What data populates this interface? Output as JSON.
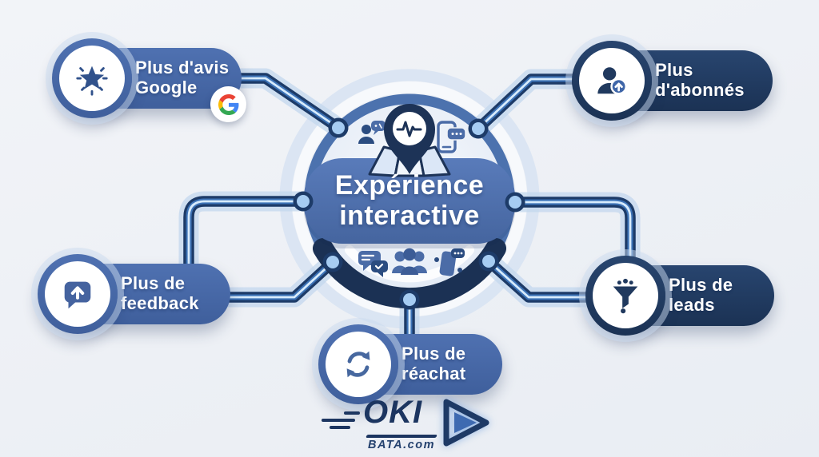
{
  "center": {
    "title_line1": "Expérience",
    "title_line2": "interactive",
    "icon": "location-pulse-icon"
  },
  "pills": [
    {
      "id": "avis-google",
      "line1": "Plus d'avis",
      "line2": "Google",
      "icon": "star-sparkle-icon",
      "badge": "google-g-icon",
      "tone": "mid"
    },
    {
      "id": "abonnes",
      "line1": "Plus",
      "line2": "d'abonnés",
      "icon": "follower-up-icon",
      "tone": "dark"
    },
    {
      "id": "feedback",
      "line1": "Plus de",
      "line2": "feedback",
      "icon": "feedback-bubble-icon",
      "tone": "mid"
    },
    {
      "id": "leads",
      "line1": "Plus de",
      "line2": "leads",
      "icon": "funnel-icon",
      "tone": "dark"
    },
    {
      "id": "reachat",
      "line1": "Plus de",
      "line2": "réachat",
      "icon": "repeat-icon",
      "tone": "mid"
    }
  ],
  "decorative_icons": [
    "speaker-bubble-icon",
    "phone-chat-icon",
    "map-icon",
    "chat-pair-icon",
    "audience-icon",
    "phone-share-icon"
  ],
  "logo": {
    "name": "OKI",
    "domain": "BATA.com"
  },
  "colors": {
    "background": "#edf0f5",
    "mid_blue": "#44659f",
    "dark_navy": "#20395e",
    "center_pill_blue": "#4c6ead",
    "ring_blue": "#4c72ae",
    "dark_arc": "#1b3154",
    "tube_dark": "#1d3b68",
    "tube_mid": "#3c72b6",
    "tube_core": "#d7ebfc",
    "node_fill": "#a6ccf2",
    "logo_navy": "#1c3560",
    "google_blue": "#4285F4",
    "google_red": "#EA4335",
    "google_yellow": "#FBBC05",
    "google_green": "#34A853"
  }
}
